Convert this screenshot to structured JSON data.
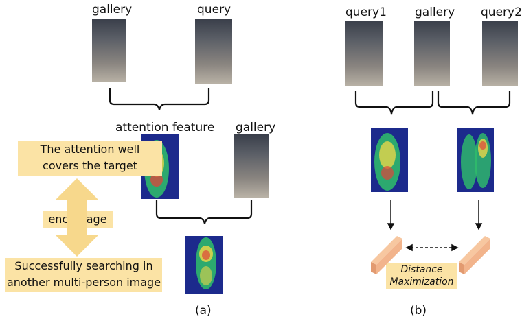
{
  "panel_a": {
    "gallery_top": "gallery",
    "query": "query",
    "attention_feature": "attention feature",
    "gallery_mid": "gallery",
    "box_top_line1": "The attention well",
    "box_top_line2": "covers the target",
    "encourage": "encourage",
    "box_bottom_line1": "Successfully searching in",
    "box_bottom_line2": "another multi-person image",
    "caption": "(a)"
  },
  "panel_b": {
    "query1": "query1",
    "gallery": "gallery",
    "query2": "query2",
    "distance_line1": "Distance",
    "distance_line2": "Maximization",
    "caption": "(b)"
  },
  "colors": {
    "box_fill": "#fbe3a5",
    "arrow_fill": "#f7d88c",
    "plank": "#f2b48c",
    "heat_base": "#1c2a8c"
  },
  "icons": [
    "double-headed-arrow-icon",
    "down-arrow-icon",
    "dashed-double-arrow-icon",
    "plank-icon"
  ]
}
